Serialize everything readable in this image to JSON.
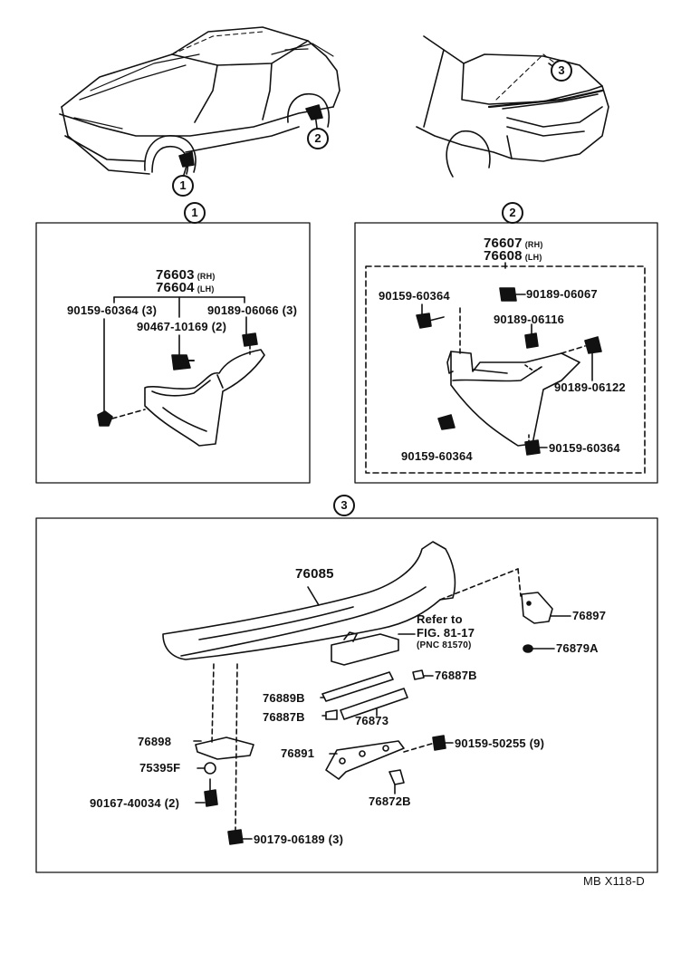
{
  "callouts": {
    "c1": "1",
    "c2": "2",
    "c3": "3"
  },
  "panel1": {
    "part_rh": "76603",
    "part_lh": "76604",
    "rh": "(RH)",
    "lh": "(LH)",
    "l1": "90159-60364 (3)",
    "l2": "90467-10169 (2)",
    "l3": "90189-06066 (3)"
  },
  "panel2": {
    "part_rh": "76607",
    "part_lh": "76608",
    "rh": "(RH)",
    "lh": "(LH)",
    "l1": "90159-60364",
    "l2": "90189-06067",
    "l3": "90189-06116",
    "l4": "90189-06122",
    "l5": "90159-60364",
    "l6": "90159-60364"
  },
  "panel3": {
    "p1": "76085",
    "refer_1": "Refer to",
    "refer_2": "FIG. 81-17",
    "refer_3": "(PNC 81570)",
    "p2": "76897",
    "p3": "76879A",
    "p4": "76887B",
    "p5": "76889B",
    "p6": "76887B",
    "p7": "76873",
    "p8": "76898",
    "p9": "75395F",
    "p10": "90167-40034 (2)",
    "p11": "76891",
    "p12": "90159-50255 (9)",
    "p13": "76872B",
    "p14": "90179-06189 (3)"
  },
  "footer": {
    "code": "MB  X118-D"
  }
}
